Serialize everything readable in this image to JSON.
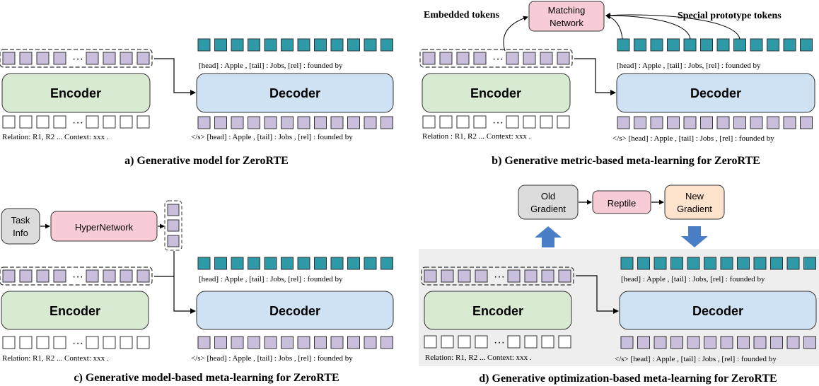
{
  "colors": {
    "encoder_fill": "#d9ead3",
    "decoder_fill": "#cfe2f3",
    "teal": "#2e9aa8",
    "lavender": "#c9bfdc",
    "pink": "#f8ccd6",
    "gray_box": "#dcdcdc",
    "peach": "#fde2cc",
    "blue_arrow": "#4a7fc8",
    "panel_bg": "#eeeeee"
  },
  "common": {
    "encoder_label": "Encoder",
    "decoder_label": "Decoder",
    "dots": "···",
    "enc_input_text": "Relation:  R1,  R2 ...      Context:  xxx    .",
    "dec_output_text": "</s>  [head] :  Apple  ,  [tail] :    Jobs   , [rel] : founded by",
    "dec_target_text": "[head] :  Apple  ,    [tail] :     Jobs,   [rel] : founded by"
  },
  "panel_b": {
    "matching_network": "Matching Network",
    "matching_line1": "Matching",
    "matching_line2": "Network",
    "embedded_tokens": "Embedded tokens",
    "special_prototype_tokens": "Special prototype tokens",
    "enc_input_text": "Relation : R1,   R2 ...      Context:   xxx     ."
  },
  "panel_c": {
    "task_info_line1": "Task",
    "task_info_line2": "Info",
    "hypernetwork": "HyperNetwork"
  },
  "panel_d": {
    "old_gradient_line1": "Old",
    "old_gradient_line2": "Gradient",
    "reptile": "Reptile",
    "new_gradient_line1": "New",
    "new_gradient_line2": "Gradient"
  },
  "captions": {
    "a": "a) Generative model for ZeroRTE",
    "b": "b) Generative metric-based meta-learning for ZeroRTE",
    "c": "c) Generative model-based meta-learning for ZeroRTE",
    "d": "d) Generative optimization-based meta-learning for ZeroRTE"
  }
}
